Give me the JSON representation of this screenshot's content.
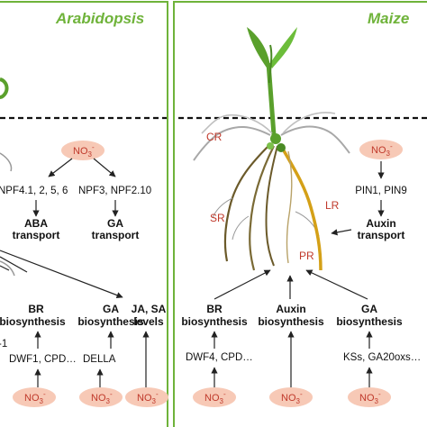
{
  "panels": {
    "left_title": "Arabidopsis",
    "right_title": "Maize"
  },
  "nitrate_label": "NO3-",
  "nitrate_base": "NO",
  "nitrate_sub": "3",
  "nitrate_sup": "-",
  "arabidopsis": {
    "gene_left": "NPF4.1, 2, 5, 6",
    "gene_right": "NPF3, NPF2.10",
    "aba": [
      "ABA",
      "transport"
    ],
    "ga_transport": [
      "GA",
      "transport"
    ],
    "br_biosynthesis": [
      "BR",
      "biosynthesis"
    ],
    "ga_biosynthesis": [
      "GA",
      "biosynthesis"
    ],
    "ja_sa": [
      "JA, SA",
      "levels"
    ],
    "dwf_genes": "DWF1, CPD…",
    "della": "DELLA",
    "edge_fragment": "-1"
  },
  "maize": {
    "root_labels": {
      "cr": "CR",
      "sr": "SR",
      "lr": "LR",
      "pr": "PR"
    },
    "pin_genes": "PIN1, PIN9",
    "auxin_transport": [
      "Auxin",
      "transport"
    ],
    "br_biosynthesis": [
      "BR",
      "biosynthesis"
    ],
    "auxin_biosynthesis": [
      "Auxin",
      "biosynthesis"
    ],
    "ga_biosynthesis": [
      "GA",
      "biosynthesis"
    ],
    "dwf_genes": "DWF4, CPD…",
    "ks_genes": "KSs, GA20oxs…"
  },
  "colors": {
    "panel_border": "#6fb33a",
    "title": "#6fb33a",
    "nitrate_fill": "#f7c9b6",
    "nitrate_text": "#c0392b",
    "root_label": "#c0392b",
    "primary_root": "#d4a017",
    "shoot": "#5aa02c"
  }
}
